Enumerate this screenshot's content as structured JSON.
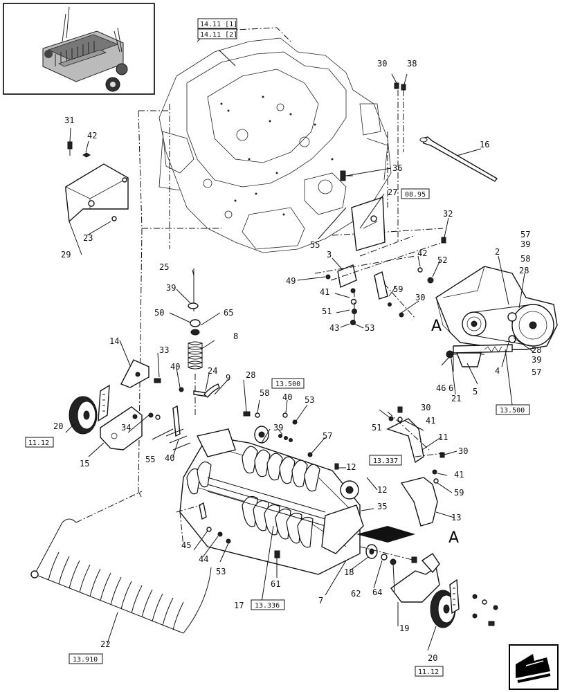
{
  "diagram": {
    "inset_view": "baler-overview",
    "view_marker": "A",
    "callouts": {
      "c2": "2",
      "c3": "3",
      "c4": "4",
      "c5": "5",
      "c6": "6",
      "c7": "7",
      "c8": "8",
      "c9": "9",
      "c11": "11",
      "c12a": "12",
      "c12b": "12",
      "c13": "13",
      "c14": "14",
      "c15": "15",
      "c16": "16",
      "c17": "17",
      "c18": "18",
      "c19": "19",
      "c20a": "20",
      "c20b": "20",
      "c21": "21",
      "c22": "22",
      "c23": "23",
      "c24": "24",
      "c25": "25",
      "c27": "27",
      "c28a": "28",
      "c28b": "28",
      "c28c": "28",
      "c29": "29",
      "c30a": "30",
      "c30b": "30",
      "c30c": "30",
      "c30d": "30",
      "c31": "31",
      "c32": "32",
      "c33": "33",
      "c34": "34",
      "c35": "35",
      "c36": "36",
      "c38": "38",
      "c39a": "39",
      "c39b": "39",
      "c39c": "39",
      "c39d": "39",
      "c40a": "40",
      "c40b": "40",
      "c40c": "40",
      "c41a": "41",
      "c41b": "41",
      "c41c": "41",
      "c42a": "42",
      "c42b": "42",
      "c43": "43",
      "c44": "44",
      "c45": "45",
      "c46": "46",
      "c49": "49",
      "c50": "50",
      "c51a": "51",
      "c51b": "51",
      "c52": "52",
      "c53a": "53",
      "c53b": "53",
      "c53c": "53",
      "c55a": "55",
      "c55b": "55",
      "c57a": "57",
      "c57b": "57",
      "c57c": "57",
      "c58a": "58",
      "c58b": "58",
      "c59a": "59",
      "c59b": "59",
      "c61": "61",
      "c62": "62",
      "c64": "64",
      "c65": "65"
    },
    "refs": {
      "r1": "14.11 [1]",
      "r2": "14.11 [2]",
      "r3": "08.95",
      "r4": "13.500",
      "r5": "13.500",
      "r6": "13.337",
      "r7": "11.12",
      "r8": "11.12",
      "r9": "13.336",
      "r10": "13.910"
    },
    "nav_icon": "next-page-arrow-icon"
  }
}
